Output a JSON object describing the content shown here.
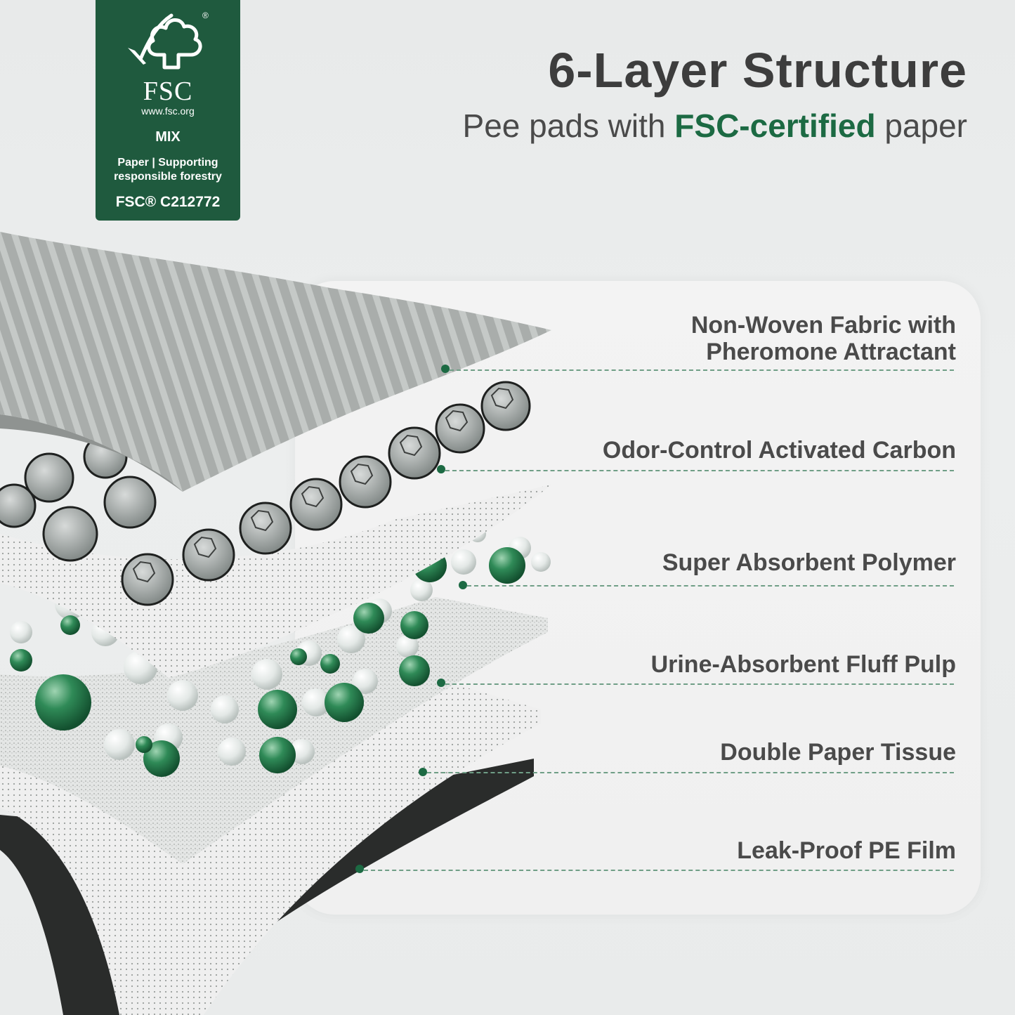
{
  "badge": {
    "brand": "FSC",
    "url": "www.fsc.org",
    "category": "MIX",
    "description_line1": "Paper | Supporting",
    "description_line2": "responsible forestry",
    "code": "FSC® C212772",
    "color": "#1f5a3e"
  },
  "header": {
    "title": "6-Layer Structure",
    "subtitle_before": "Pee pads with ",
    "subtitle_accent": "FSC-certified",
    "subtitle_after": " paper"
  },
  "layers": [
    {
      "line1": "Non-Woven Fabric with",
      "line2": "Pheromone Attractant"
    },
    {
      "line1": "Odor-Control Activated Carbon",
      "line2": ""
    },
    {
      "line1": "Super Absorbent Polymer",
      "line2": ""
    },
    {
      "line1": "Urine-Absorbent Fluff Pulp",
      "line2": ""
    },
    {
      "line1": "Double Paper Tissue",
      "line2": ""
    },
    {
      "line1": "Leak-Proof PE Film",
      "line2": ""
    }
  ],
  "colors": {
    "accent": "#1c6a43",
    "text": "#4a4a4a",
    "leader": "#6f9e86"
  }
}
